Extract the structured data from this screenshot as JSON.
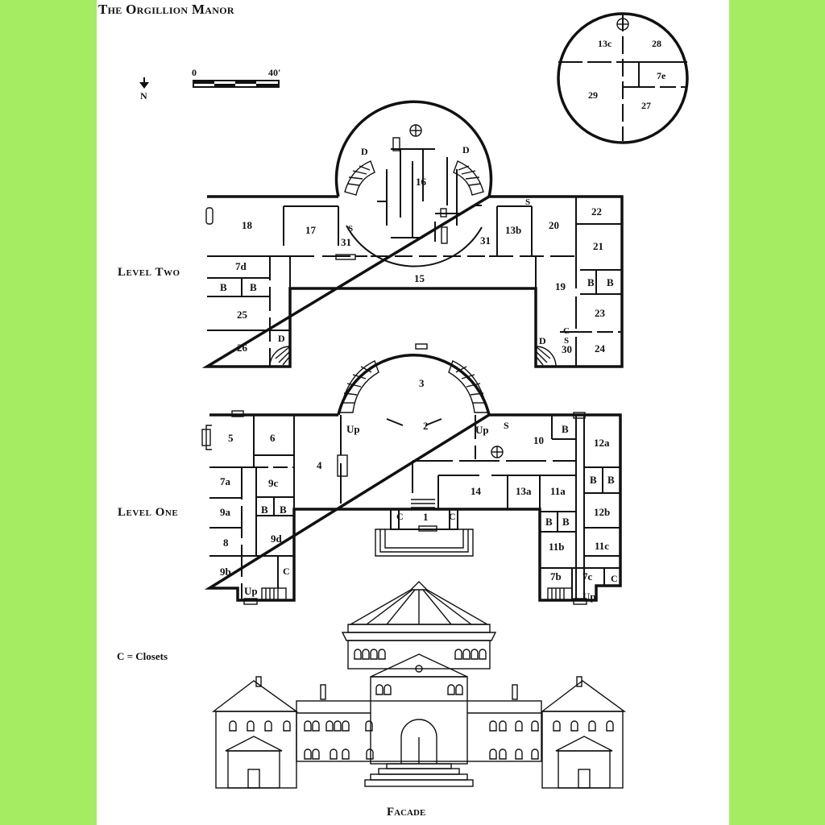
{
  "title": "The Orgillion Manor",
  "scale": {
    "start": "0",
    "end": "40'"
  },
  "north": "N",
  "levels": {
    "two": "Level Two",
    "one": "Level One"
  },
  "legend": "C = Closets",
  "facade": "Facade",
  "tower_rooms": [
    "13c",
    "28",
    "7e",
    "29",
    "27"
  ],
  "level_two_rooms": [
    "18",
    "17",
    "31",
    "16",
    "31",
    "13b",
    "20",
    "22",
    "21",
    "7d",
    "B",
    "B",
    "15",
    "19",
    "B",
    "B",
    "25",
    "23",
    "26",
    "C",
    "S",
    "30",
    "24",
    "D",
    "D",
    "D",
    "D",
    "S",
    "S"
  ],
  "level_one_rooms": [
    "3",
    "2",
    "Up",
    "Up",
    "S",
    "5",
    "6",
    "4",
    "10",
    "B",
    "12a",
    "7a",
    "9c",
    "13a",
    "11a",
    "B",
    "B",
    "14",
    "9a",
    "B",
    "B",
    "12b",
    "1",
    "C",
    "C",
    "B",
    "B",
    "8",
    "9d",
    "11b",
    "11c",
    "9b",
    "C",
    "7b",
    "7c",
    "C",
    "Up",
    "Up"
  ]
}
